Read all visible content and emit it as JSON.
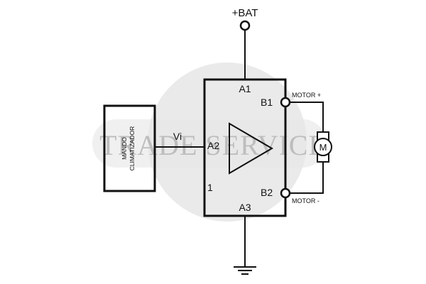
{
  "watermark": {
    "text": "TRADE SERVICE",
    "color": "#d6d6d6"
  },
  "supply": {
    "label": "+BAT"
  },
  "controller": {
    "line1": "MANDO",
    "line2": "CLIMATIZADOR",
    "signal_label": "Vi"
  },
  "module": {
    "pin_a1": "A1",
    "pin_a2": "A2",
    "pin_a3": "A3",
    "pin_b1": "B1",
    "pin_b2": "B2",
    "number": "1"
  },
  "motor": {
    "symbol": "M",
    "label_plus": "MOTOR +",
    "label_minus": "MOTOR -"
  },
  "colors": {
    "line": "#111111"
  }
}
